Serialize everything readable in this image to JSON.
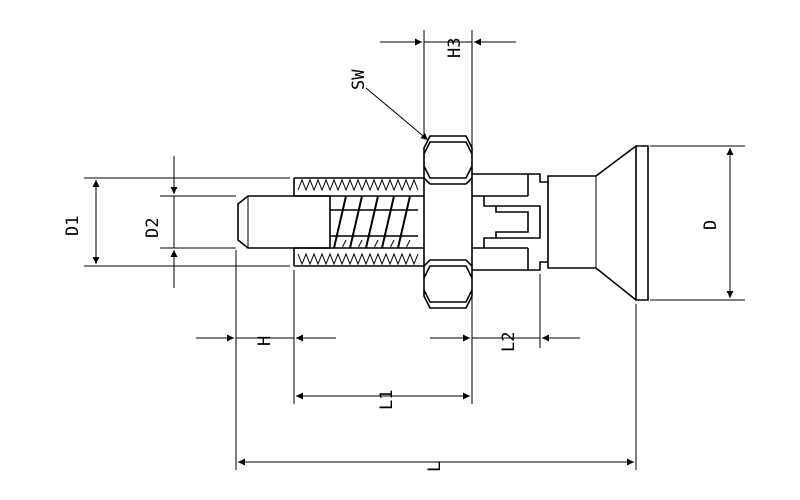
{
  "dimensions": {
    "SW": "SW",
    "H3": "H3",
    "D1": "D1",
    "D2": "D2",
    "D": "D",
    "H": "H",
    "L1": "L1",
    "L2": "L2",
    "L": "L"
  }
}
